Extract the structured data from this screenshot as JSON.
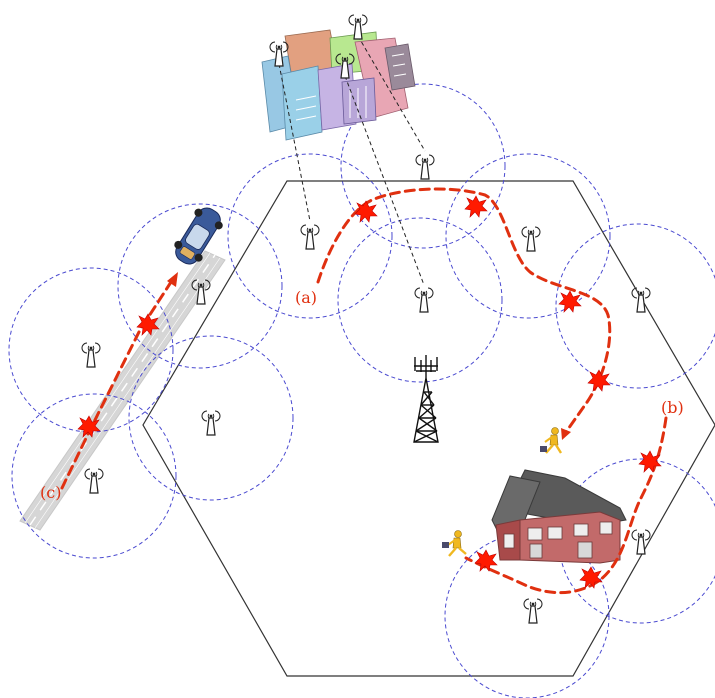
{
  "diagram": {
    "path_labels": {
      "a": "(a)",
      "b": "(b)",
      "c": "(c)"
    },
    "colors": {
      "cell_boundary": "#4a4ad0",
      "path": "#e03010",
      "hexagon": "#333333",
      "road": "#d4d4d4",
      "car": "#3a5a9a",
      "house": "#8a8a8a",
      "person": "#f0b820"
    },
    "icons": [
      "antenna-icon",
      "cell-tower-icon",
      "burst-icon",
      "car-icon",
      "house-icon",
      "office-buildings-icon",
      "walking-person-icon"
    ]
  }
}
